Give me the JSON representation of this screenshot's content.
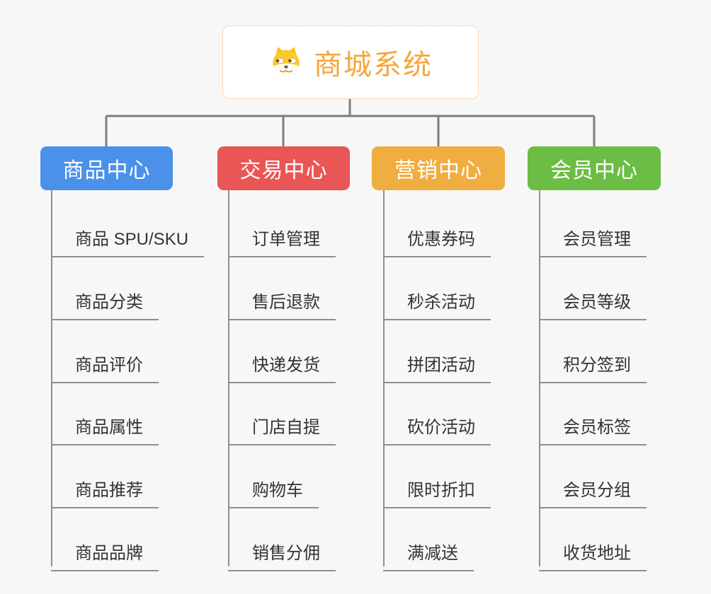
{
  "root": {
    "title": "商城系统",
    "icon": "shiba-dog-icon",
    "title_color": "#F5A63C",
    "border_color": "#F0B55F"
  },
  "background_color": "#F7F7F8",
  "leaf_text_color": "#333333",
  "connectors": {
    "top_color": "#7E7E7E",
    "leaf_line_color": "#8F8F8F"
  },
  "branches": [
    {
      "label": "商品中心",
      "color": "#4B91EA",
      "items": [
        "商品 SPU/SKU",
        "商品分类",
        "商品评价",
        "商品属性",
        "商品推荐",
        "商品品牌"
      ]
    },
    {
      "label": "交易中心",
      "color": "#E85655",
      "items": [
        "订单管理",
        "售后退款",
        "快递发货",
        "门店自提",
        "购物车",
        "销售分佣"
      ]
    },
    {
      "label": "营销中心",
      "color": "#EFAD42",
      "items": [
        "优惠券码",
        "秒杀活动",
        "拼团活动",
        "砍价活动",
        "限时折扣",
        "满减送"
      ]
    },
    {
      "label": "会员中心",
      "color": "#6BBD44",
      "items": [
        "会员管理",
        "会员等级",
        "积分签到",
        "会员标签",
        "会员分组",
        "收货地址"
      ]
    }
  ]
}
